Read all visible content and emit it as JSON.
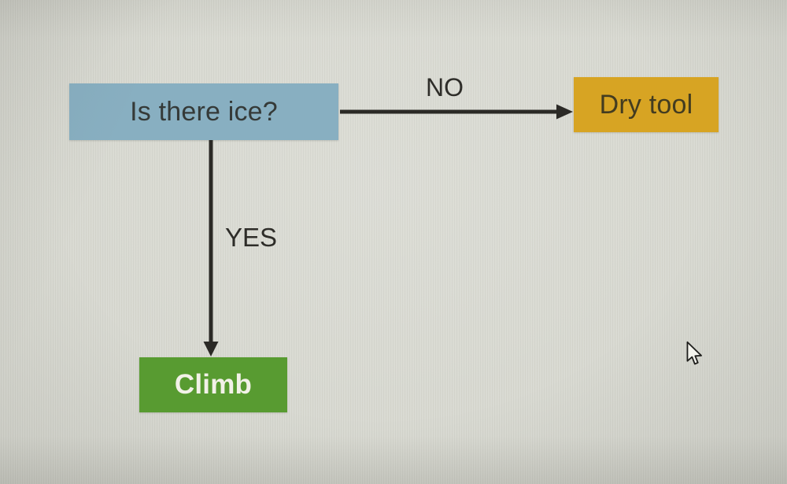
{
  "canvas": {
    "background_color": "#d8d9d1"
  },
  "diagram": {
    "nodes": {
      "question": {
        "label": "Is there ice?",
        "bg": "#88afc1",
        "text_color": "#353a38"
      },
      "dry_tool": {
        "label": "Dry tool",
        "bg": "#d7a423",
        "text_color": "#433c20"
      },
      "climb": {
        "label": "Climb",
        "bg": "#589b31",
        "text_color": "#f2f1e8"
      }
    },
    "edges": {
      "no": {
        "label": "NO",
        "from": "question",
        "to": "dry_tool"
      },
      "yes": {
        "label": "YES",
        "from": "question",
        "to": "climb"
      }
    },
    "arrow_color": "#2b2a26",
    "edge_label_color": "#2e2d29"
  },
  "cursor": {
    "icon": "mouse-arrow-pointer",
    "fill": "#f4f4ee",
    "outline": "#1e1e1c"
  }
}
